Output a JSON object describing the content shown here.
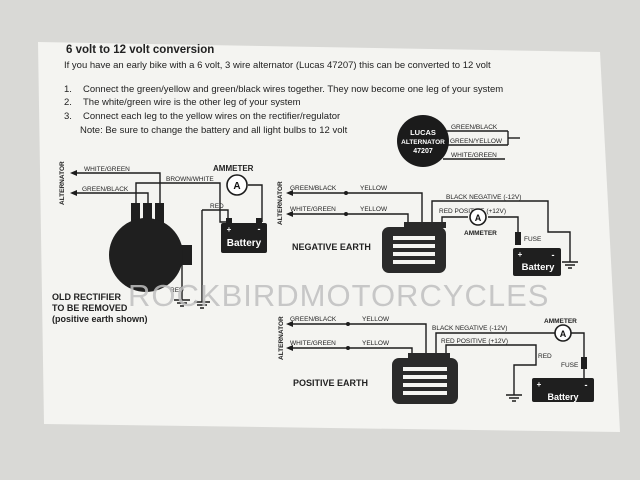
{
  "doc": {
    "title": "6 volt to 12 volt conversion",
    "intro": "If you have an early bike with a 6 volt, 3 wire alternator (Lucas 47207) this can be converted to 12 volt",
    "steps": [
      {
        "num": "1.",
        "text": "Connect the green/yellow and green/black wires together. They now become one leg of your system"
      },
      {
        "num": "2.",
        "text": "The white/green wire is the other leg of your system"
      },
      {
        "num": "3.",
        "text": "Connect each leg to the yellow wires on the rectifier/regulator"
      }
    ],
    "note": "Note: Be sure to change the battery and all light bulbs to 12 volt"
  },
  "badge": {
    "line1": "LUCAS",
    "line2": "ALTERNATOR",
    "line3": "47207"
  },
  "badge_wires": [
    "GREEN/BLACK",
    "GREEN/YELLOW",
    "WHITE/GREEN"
  ],
  "old": {
    "alternator": "ALTERNATOR",
    "white_green": "WHITE/GREEN",
    "green_black": "GREEN/BLACK",
    "brown_white": "BROWN/WHITE",
    "ammeter": "AMMETER",
    "ammeter_symbol": "A",
    "red": "RED",
    "red2": "RED",
    "battery": "Battery",
    "plus": "+",
    "minus": "-",
    "heading1": "OLD RECTIFIER",
    "heading2": "TO BE REMOVED",
    "heading3": "(positive earth shown)"
  },
  "neg": {
    "alternator": "ALTERNATOR",
    "green_black": "GREEN/BLACK",
    "white_green": "WHITE/GREEN",
    "yellow1": "YELLOW",
    "yellow2": "YELLOW",
    "black_negative": "BLACK NEGATIVE (-12V)",
    "red_positive": "RED POSITIVE (+12V)",
    "ammeter": "AMMETER",
    "ammeter_symbol": "A",
    "fuse": "FUSE",
    "battery": "Battery",
    "plus": "+",
    "minus": "-",
    "heading": "NEGATIVE EARTH"
  },
  "pos": {
    "alternator": "ALTERNATOR",
    "green_black": "GREEN/BLACK",
    "white_green": "WHITE/GREEN",
    "yellow1": "YELLOW",
    "yellow2": "YELLOW",
    "black_negative": "BLACK NEGATIVE (-12V)",
    "red_positive": "RED POSITIVE (+12V)",
    "ammeter": "AMMETER",
    "ammeter_symbol": "A",
    "red": "RED",
    "fuse": "FUSE",
    "battery": "Battery",
    "plus": "+",
    "minus": "-",
    "heading": "POSITIVE EARTH"
  },
  "watermark": "ROCKBIRDMOTORCYCLES",
  "colors": {
    "background": "#d9d9d6",
    "paper": "#f4f4f1",
    "ink": "#1c1c1c",
    "box": "#2a2a2a",
    "watermark": "#c0c0c0"
  }
}
